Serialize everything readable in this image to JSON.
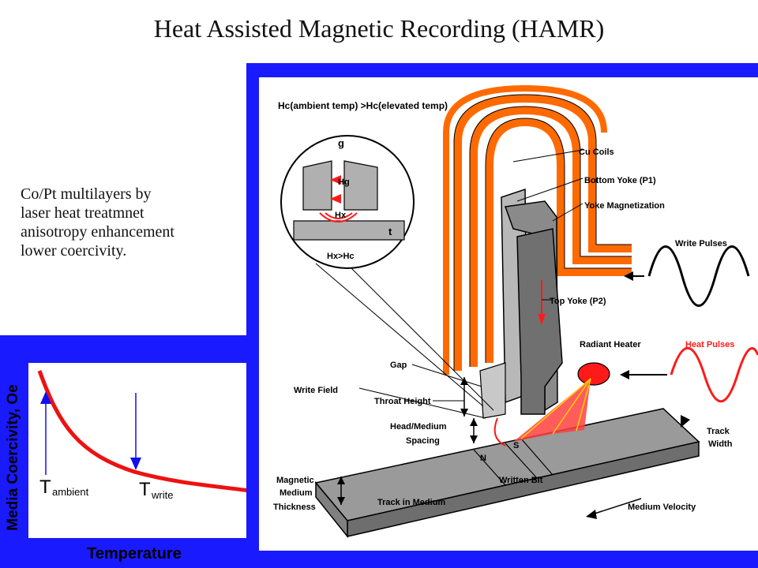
{
  "title": "Heat Assisted Magnetic Recording (HAMR)",
  "notes": [
    "Co/Pt multilayers by",
    "laser heat treatmnet",
    "anisotropy enhancement",
    "lower coercivity."
  ],
  "graph": {
    "ylabel": "Media Coercivity, Oe",
    "xlabel": "Temperature",
    "t_ambient": "T",
    "t_ambient_sub": "ambient",
    "t_write": "T",
    "t_write_sub": "write"
  },
  "diagram": {
    "header": "Hc(ambient temp) >Hc(elevated temp)",
    "inset_g": "g",
    "inset_hg": "Hg",
    "inset_hx": "Hx",
    "inset_t": "t",
    "inset_bottom": "Hx>Hc",
    "cu_coils": "Cu Coils",
    "bottom_yoke": "Bottom Yoke (P1)",
    "yoke_magnetization": "Yoke Magnetization",
    "write_pulses": "Write Pulses",
    "top_yoke": "Top Yoke (P2)",
    "radiant_heater": "Radiant Heater",
    "heat_pulses": "Heat Pulses",
    "gap": "Gap",
    "write_field": "Write Field",
    "throat_height": "Throat Height",
    "head_medium_1": "Head/Medium",
    "head_medium_2": "Spacing",
    "track_width_1": "Track",
    "track_width_2": "Width",
    "magnetic_1": "Magnetic",
    "magnetic_2": "Medium",
    "magnetic_3": "Thickness",
    "track_in_medium": "Track in Medium",
    "written_bit": "Written Bit",
    "medium_velocity": "Medium Velocity",
    "n_label": "N",
    "s_label": "S"
  },
  "colors": {
    "frame_blue": "#1515ff",
    "coil_orange": "#ff6a00",
    "pulse_red": "#ff1a1a",
    "curve_red": "#ee1111"
  }
}
